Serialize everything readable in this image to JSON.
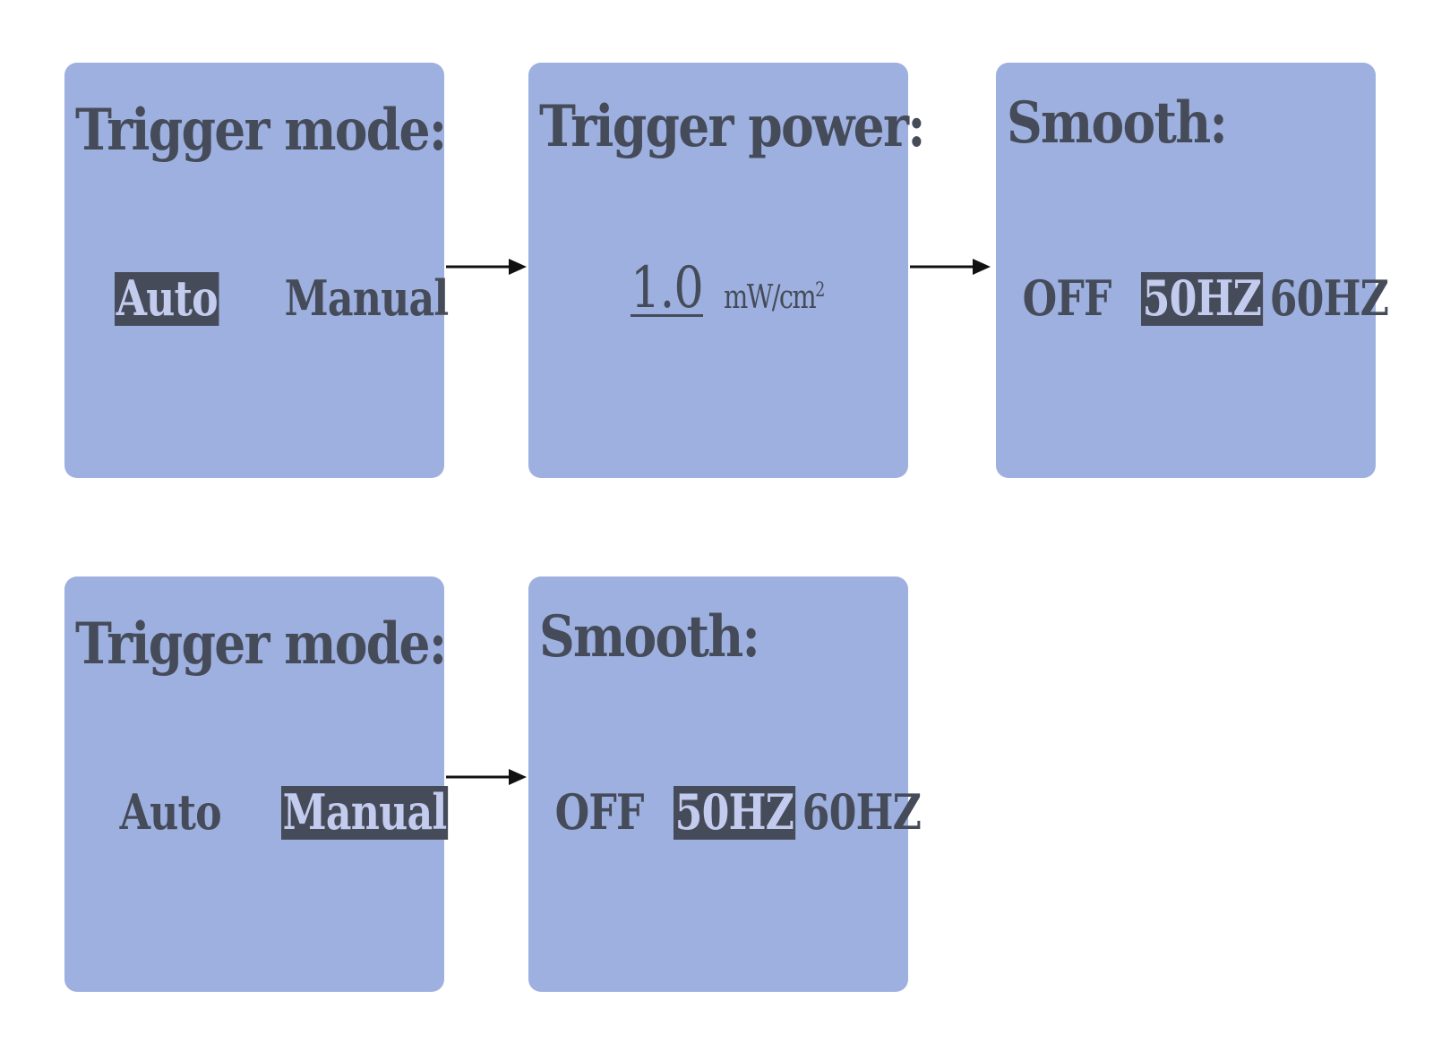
{
  "row1": {
    "trigger_mode": {
      "title": "Trigger mode:",
      "options": [
        "Auto",
        "Manual"
      ],
      "selected": "Auto"
    },
    "trigger_power": {
      "title": "Trigger power:",
      "value": "1.0",
      "unit": "mW/cm",
      "unit_exp": "2"
    },
    "smooth": {
      "title": "Smooth:",
      "options": [
        "OFF",
        "50HZ",
        "60HZ"
      ],
      "selected": "50HZ"
    }
  },
  "row2": {
    "trigger_mode": {
      "title": "Trigger mode:",
      "options": [
        "Auto",
        "Manual"
      ],
      "selected": "Manual"
    },
    "smooth": {
      "title": "Smooth:",
      "options": [
        "OFF",
        "50HZ",
        "60HZ"
      ],
      "selected": "50HZ"
    }
  },
  "colors": {
    "panel": "#9db0df",
    "text": "#454b58",
    "selected_text": "#c3ccee",
    "arrow": "#111111"
  }
}
